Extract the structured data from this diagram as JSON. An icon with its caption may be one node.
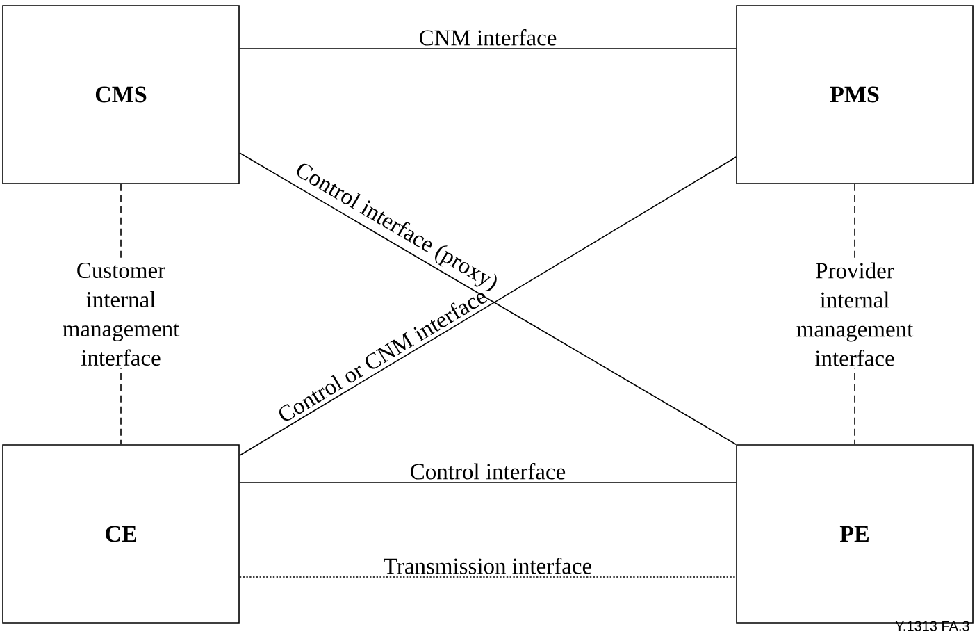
{
  "diagram": {
    "nodes": [
      {
        "text": [
          "CMS"
        ]
      },
      {
        "text": [
          "PMS"
        ]
      },
      {
        "text": [
          "CE"
        ]
      },
      {
        "text": [
          "PE"
        ]
      }
    ],
    "edges": [
      {
        "from": 0,
        "to": 1,
        "arrow": "none",
        "label": "CNM interface"
      },
      {
        "from": 0,
        "to": 3,
        "arrow": "none",
        "label": "Control interface (proxy)"
      },
      {
        "from": 2,
        "to": 1,
        "arrow": "none",
        "label": "Control or CNM interface"
      },
      {
        "from": 0,
        "to": 2,
        "arrow": "none",
        "style": "dashed",
        "label": "Customer internal management interface"
      },
      {
        "from": 1,
        "to": 3,
        "arrow": "none",
        "style": "dashed",
        "label": "Provider internal management interface"
      },
      {
        "from": 2,
        "to": 3,
        "arrow": "none",
        "label": "Control interface"
      },
      {
        "from": 2,
        "to": 3,
        "arrow": "none",
        "style": "dashed",
        "label": "Transmission interface"
      }
    ],
    "labels": [
      "Y.1313 FA.3"
    ]
  }
}
